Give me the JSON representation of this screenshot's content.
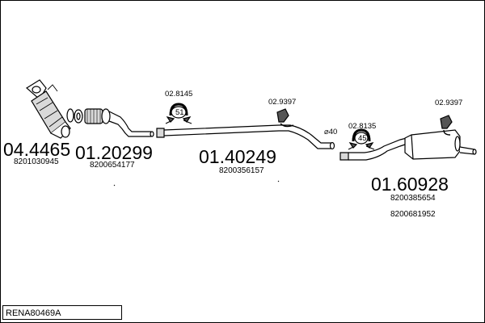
{
  "diagram_code": "RENA80469A",
  "parts": {
    "p1": {
      "number": "04.4465",
      "ref": "8201030945"
    },
    "p2": {
      "number": "01.20299",
      "ref": "8200654177"
    },
    "p3": {
      "number": "01.40249",
      "ref": "8200356157"
    },
    "p4": {
      "number": "01.60928",
      "ref1": "8200385654",
      "ref2": "8200681952"
    }
  },
  "clamps": {
    "c1": {
      "code": "02.8145",
      "size": "51"
    },
    "c2": {
      "code": "02.9397"
    },
    "c3": {
      "code": "02.8135",
      "size": "45"
    },
    "c4": {
      "code": "02.9397"
    }
  },
  "diameter_mark": "⌀40",
  "colors": {
    "stroke": "#000000",
    "paper": "#ffffff",
    "shade": "#d9d9d9",
    "dark": "#555555"
  }
}
